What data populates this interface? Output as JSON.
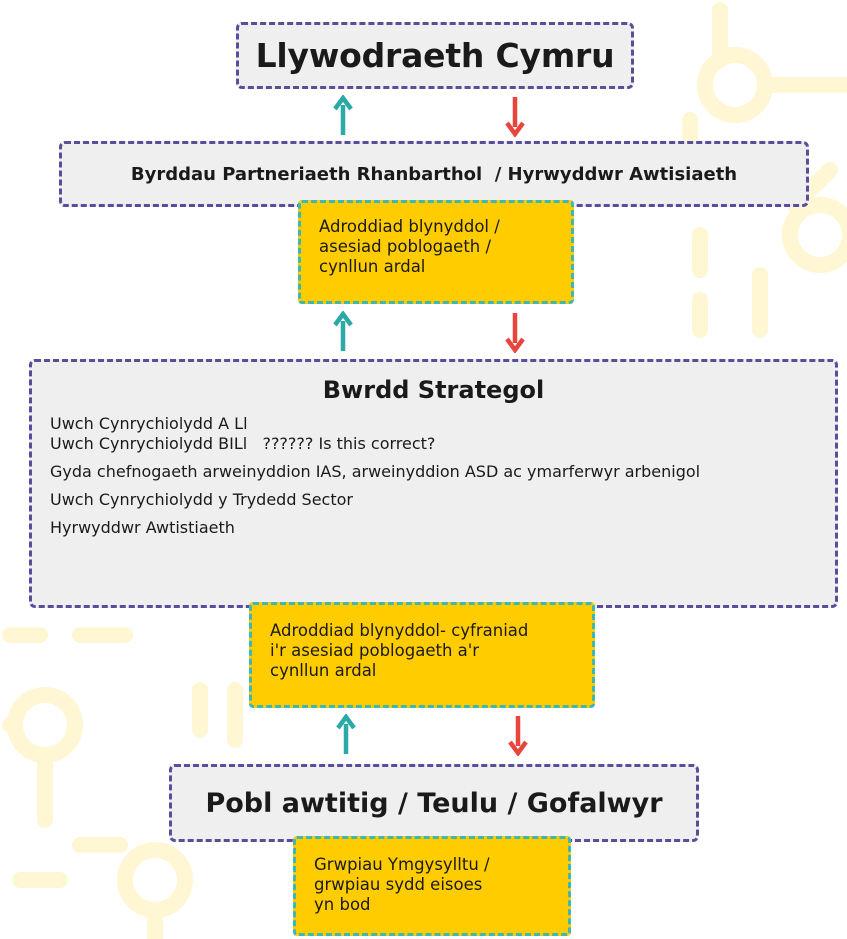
{
  "top": {
    "title": "Llywodraeth Cymru"
  },
  "regional": {
    "title": "Byrddau Partneriaeth Rhanbarthol  / Hyrwyddwr Awtisiaeth"
  },
  "report1": {
    "text": "Adroddiad blynyddol /\nasesiad poblogaeth  /\ncynllun ardal"
  },
  "strategic": {
    "title": "Bwrdd Strategol",
    "lines": [
      "Uwch Cynrychiolydd A Ll",
      "Uwch Cynrychiolydd BILl   ?????? Is this correct?",
      "Gyda chefnogaeth arweinyddion IAS, arweinyddion ASD ac ymarferwyr arbenigol",
      "Uwch Cynrychiolydd y Trydedd Sector",
      "Hyrwyddwr Awtistiaeth"
    ]
  },
  "report2": {
    "text": "Adroddiad blynyddol- cyfraniad\ni'r asesiad poblogaeth a'r\ncynllun ardal"
  },
  "people": {
    "title": "Pobl awtitig / Teulu / Gofalwyr"
  },
  "groups": {
    "text": "Grwpiau Ymgysylltu /\ngrwpiau sydd eisoes\nyn bod"
  },
  "colors": {
    "up_arrow": "#2aa9a6",
    "down_arrow": "#e8453c",
    "grey_box": "#efefef",
    "grey_border": "#5a4d9a",
    "yellow_box": "#ffcc00",
    "yellow_border": "#3fb7b2",
    "decor": "#fff5cc"
  }
}
